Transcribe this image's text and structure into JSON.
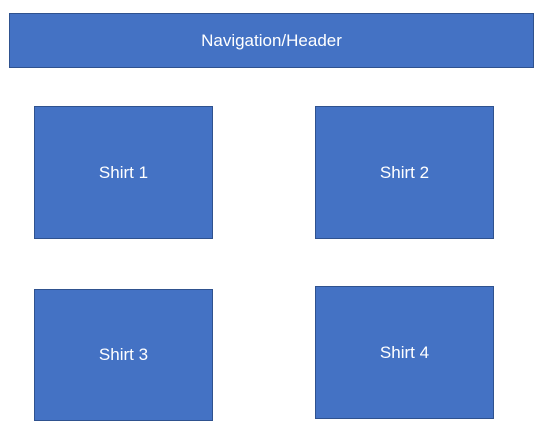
{
  "colors": {
    "box_fill": "#4472c4",
    "box_border": "#2f528f",
    "text": "#ffffff",
    "background": "#ffffff"
  },
  "header": {
    "label": "Navigation/Header"
  },
  "shirts": [
    {
      "label": "Shirt 1"
    },
    {
      "label": "Shirt 2"
    },
    {
      "label": "Shirt 3"
    },
    {
      "label": "Shirt 4"
    }
  ]
}
